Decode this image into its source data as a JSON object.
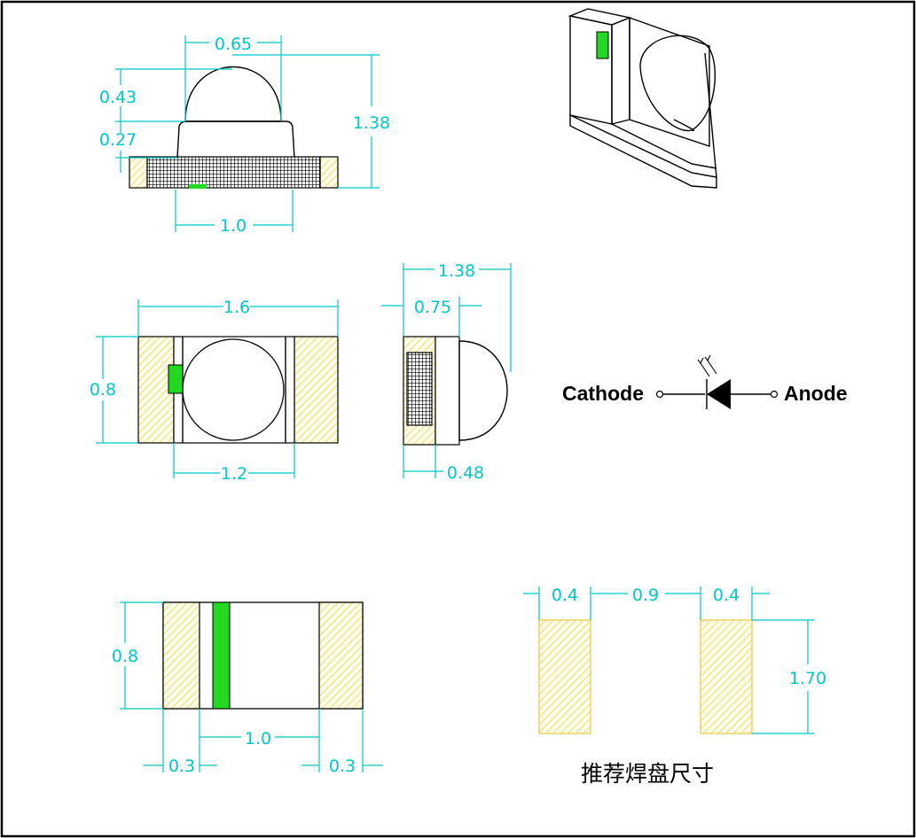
{
  "colors": {
    "dimension": "#00c8c8",
    "outline": "#000000",
    "pad_hatch": "#e6d35a",
    "pad_fill": "#fffce8",
    "marker": "#22d822"
  },
  "side_view": {
    "width": "0.65",
    "dome_height": "0.43",
    "body_height": "0.27",
    "total_height": "1.38",
    "base_width": "1.0"
  },
  "top_view": {
    "length": "1.6",
    "width": "0.8",
    "inner_length": "1.2"
  },
  "end_view": {
    "total_height": "1.38",
    "body_height": "0.75",
    "pad_height": "0.48"
  },
  "symbol": {
    "cathode_label": "Cathode",
    "anode_label": "Anode"
  },
  "bottom_view": {
    "width": "0.8",
    "pad_gap": "1.0",
    "left_pad": "0.3",
    "right_pad": "0.3"
  },
  "land_pattern": {
    "left_pad_width": "0.4",
    "gap": "0.9",
    "right_pad_width": "0.4",
    "pad_length": "1.70",
    "caption": "推荐焊盘尺寸"
  }
}
